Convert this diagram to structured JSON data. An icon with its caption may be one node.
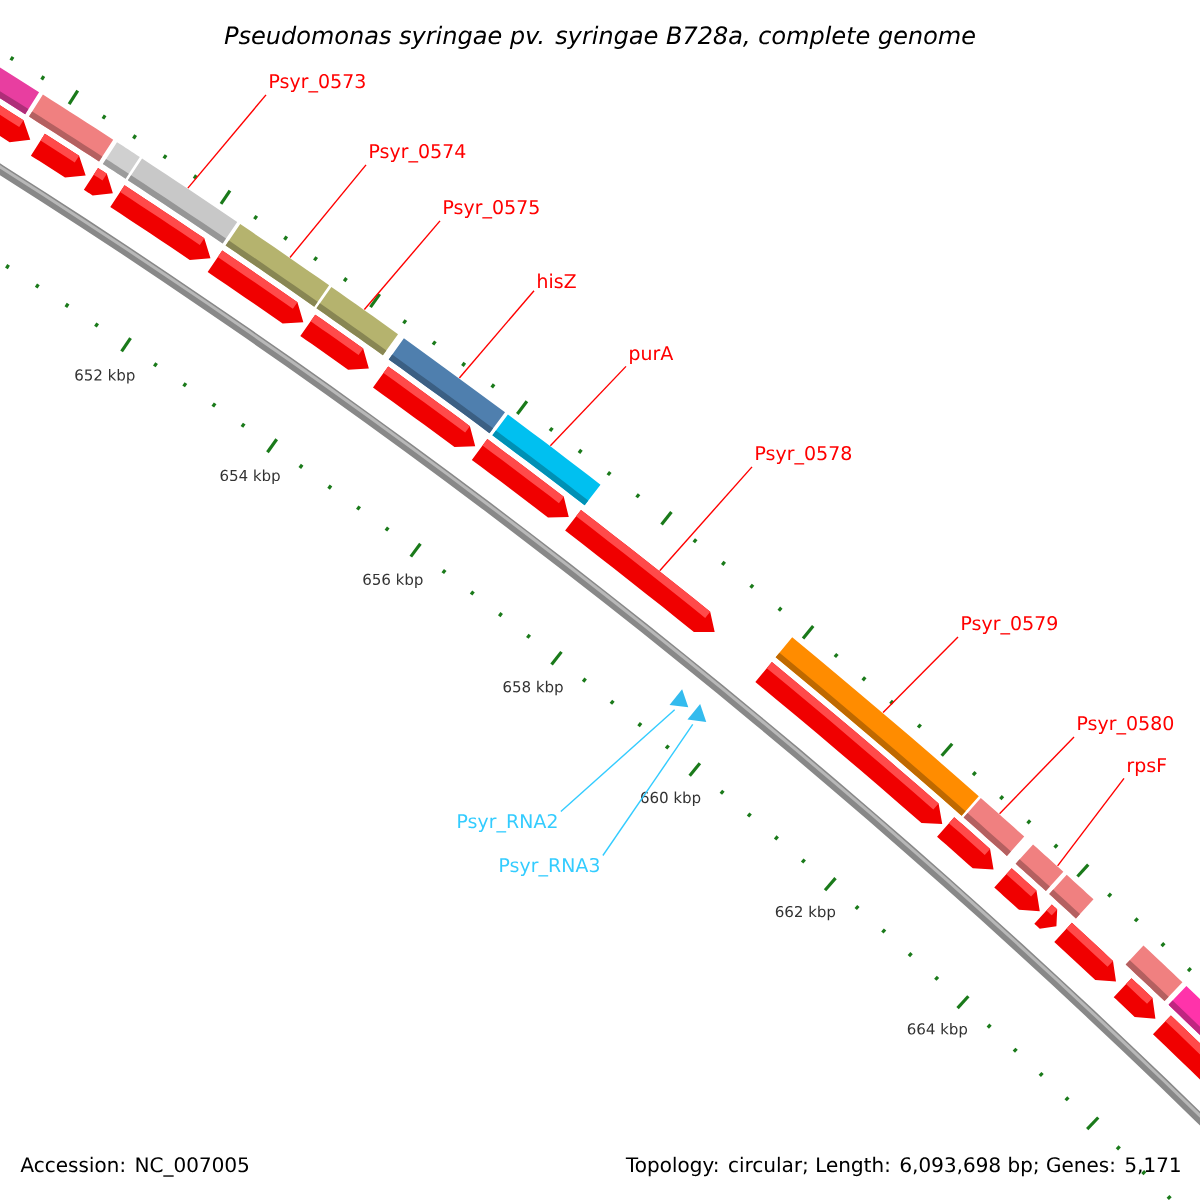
{
  "diagram": {
    "title": "Pseudomonas syringae pv. syringae B728a, complete genome",
    "nodes": [
      {
        "text": [
          "Psyr_0573"
        ]
      },
      {
        "text": [
          "Psyr_0574"
        ]
      },
      {
        "text": [
          "Psyr_0575"
        ]
      },
      {
        "text": [
          "hisZ"
        ]
      },
      {
        "text": [
          "purA"
        ]
      },
      {
        "text": [
          "Psyr_0578"
        ]
      },
      {
        "text": [
          "Psyr_0579"
        ]
      },
      {
        "text": [
          "Psyr_0580"
        ]
      },
      {
        "text": [
          "rpsF"
        ]
      },
      {
        "text": [
          "Psyr_RNA2"
        ]
      },
      {
        "text": [
          "Psyr_RNA3"
        ]
      },
      {
        "text": [],
        "shape": "bar"
      },
      {
        "text": [],
        "shape": "bar"
      },
      {
        "text": [],
        "shape": "bar"
      },
      {
        "text": [],
        "shape": "bar"
      },
      {
        "text": [],
        "shape": "bar"
      },
      {
        "text": [],
        "shape": "arrow"
      },
      {
        "text": [],
        "shape": "bar"
      },
      {
        "text": [],
        "shape": "bar"
      },
      {
        "text": [],
        "shape": "bar"
      },
      {
        "text": [],
        "shape": "triangle"
      },
      {
        "text": [],
        "shape": "triangle"
      },
      {
        "text": [],
        "shape": "bar"
      },
      {
        "text": [],
        "shape": "bar"
      },
      {
        "text": [],
        "shape": "bar"
      },
      {
        "text": [],
        "shape": "bar"
      }
    ],
    "edges": [
      {
        "from": 0,
        "to": 11,
        "arrow": "none"
      },
      {
        "from": 1,
        "to": 12,
        "arrow": "none"
      },
      {
        "from": 2,
        "to": 13,
        "arrow": "none"
      },
      {
        "from": 3,
        "to": 14,
        "arrow": "none"
      },
      {
        "from": 4,
        "to": 15,
        "arrow": "none"
      },
      {
        "from": 5,
        "to": 16,
        "arrow": "none"
      },
      {
        "from": 6,
        "to": 17,
        "arrow": "none"
      },
      {
        "from": 7,
        "to": 18,
        "arrow": "none"
      },
      {
        "from": 8,
        "to": 19,
        "arrow": "none"
      },
      {
        "from": 9,
        "to": 20,
        "arrow": "none",
        "color": "#33ccff"
      },
      {
        "from": 10,
        "to": 21,
        "arrow": "none",
        "color": "#33ccff"
      }
    ],
    "labels": [
      "652 kbp",
      "654 kbp",
      "656 kbp",
      "658 kbp",
      "660 kbp",
      "662 kbp",
      "664 kbp",
      "Accession: NC_007005",
      "Topology: circular; Length: 6,093,698 bp; Genes: 5,171"
    ]
  }
}
